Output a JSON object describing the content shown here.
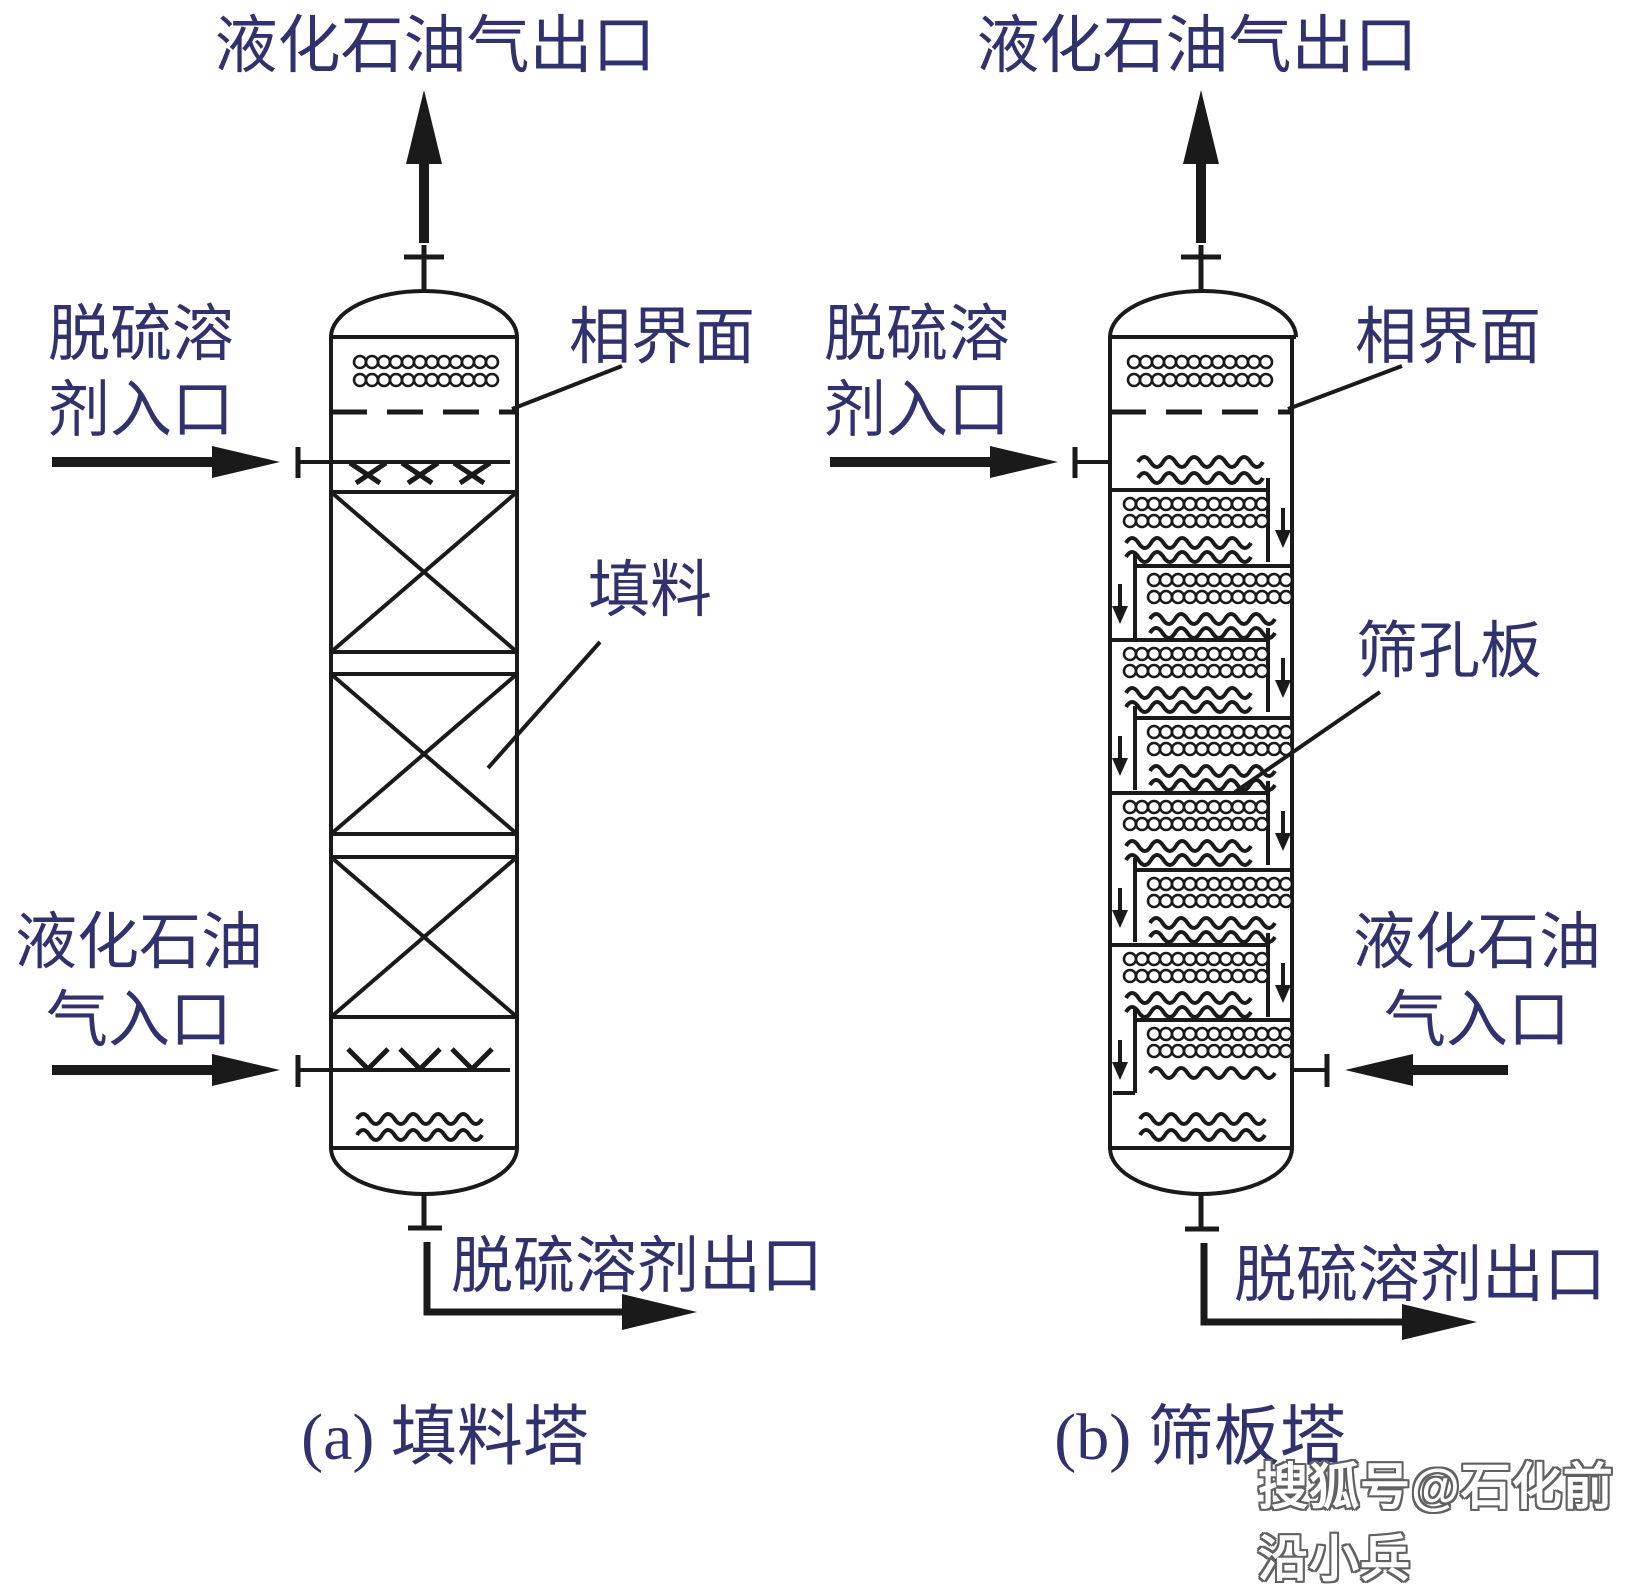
{
  "colors": {
    "label_text": "#31316e",
    "line": "#1a1a1a",
    "watermark_fill": "#ffffff",
    "watermark_outline": "#616161"
  },
  "diagram_a": {
    "gas_outlet": "液化石油气出口",
    "solvent_inlet_line1": "脱硫溶",
    "solvent_inlet_line2": "剂入口",
    "phase_interface": "相界面",
    "packing": "填料",
    "gas_inlet_line1": "液化石油",
    "gas_inlet_line2": "气入口",
    "solvent_outlet": "脱硫溶剂出口",
    "caption": "(a) 填料塔"
  },
  "diagram_b": {
    "gas_outlet": "液化石油气出口",
    "solvent_inlet_line1": "脱硫溶",
    "solvent_inlet_line2": "剂入口",
    "phase_interface": "相界面",
    "sieve_plate": "筛孔板",
    "gas_inlet_line1": "液化石油",
    "gas_inlet_line2": "气入口",
    "solvent_outlet": "脱硫溶剂出口",
    "caption": "(b) 筛板塔"
  },
  "watermark": "搜狐号@石化前沿小兵"
}
